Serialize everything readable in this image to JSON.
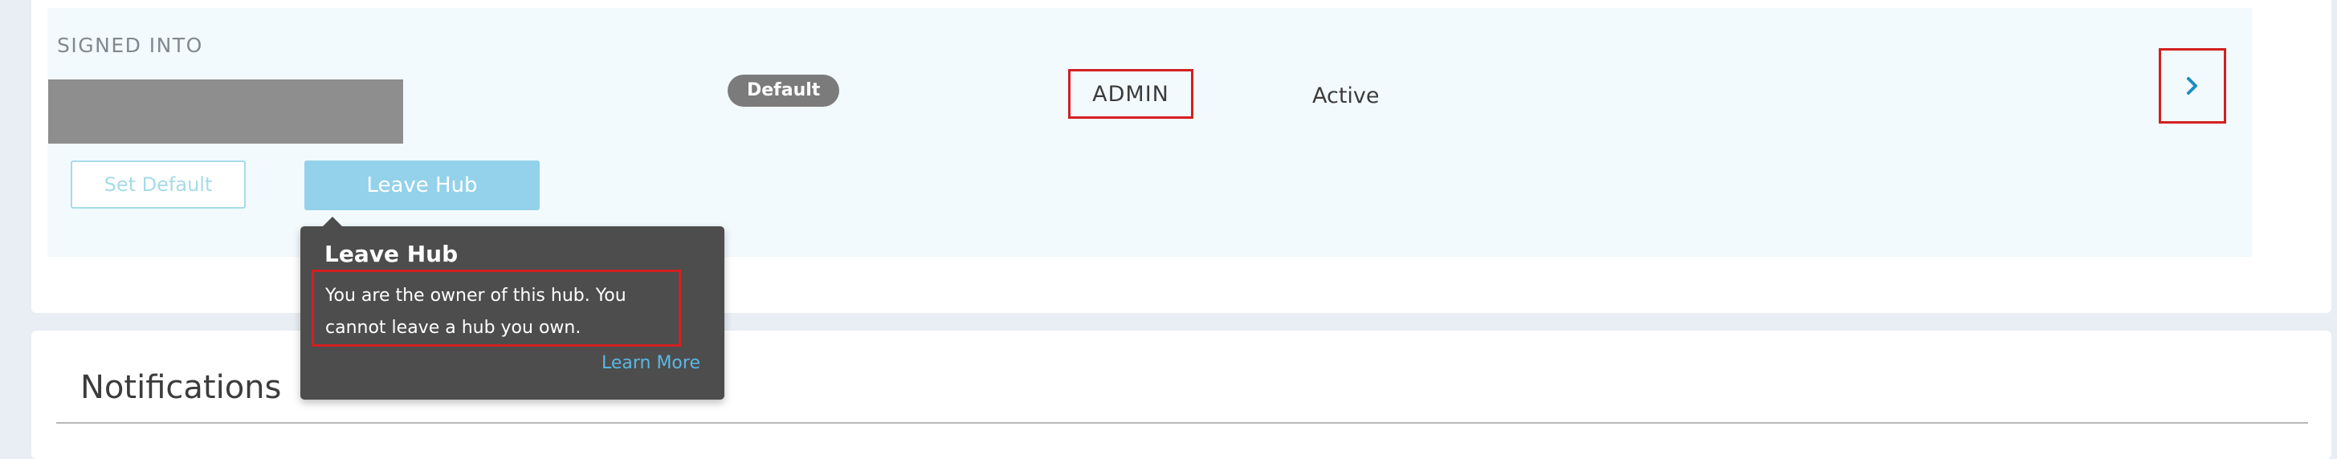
{
  "hub_row": {
    "signed_into_label": "SIGNED INTO",
    "default_badge": "Default",
    "role": "ADMIN",
    "status": "Active"
  },
  "actions": {
    "set_default_label": "Set Default",
    "leave_hub_label": "Leave Hub"
  },
  "tooltip": {
    "title": "Leave Hub",
    "message": "You are the owner of this hub. You cannot leave a hub you own.",
    "link": "Learn More"
  },
  "notifications": {
    "title": "Notifications"
  },
  "colors": {
    "accent": "#93d2ea",
    "link": "#5bb8e4",
    "highlight": "#d32020",
    "chevron": "#1b8fbf"
  },
  "icons": {
    "details": "chevron-right-icon"
  }
}
